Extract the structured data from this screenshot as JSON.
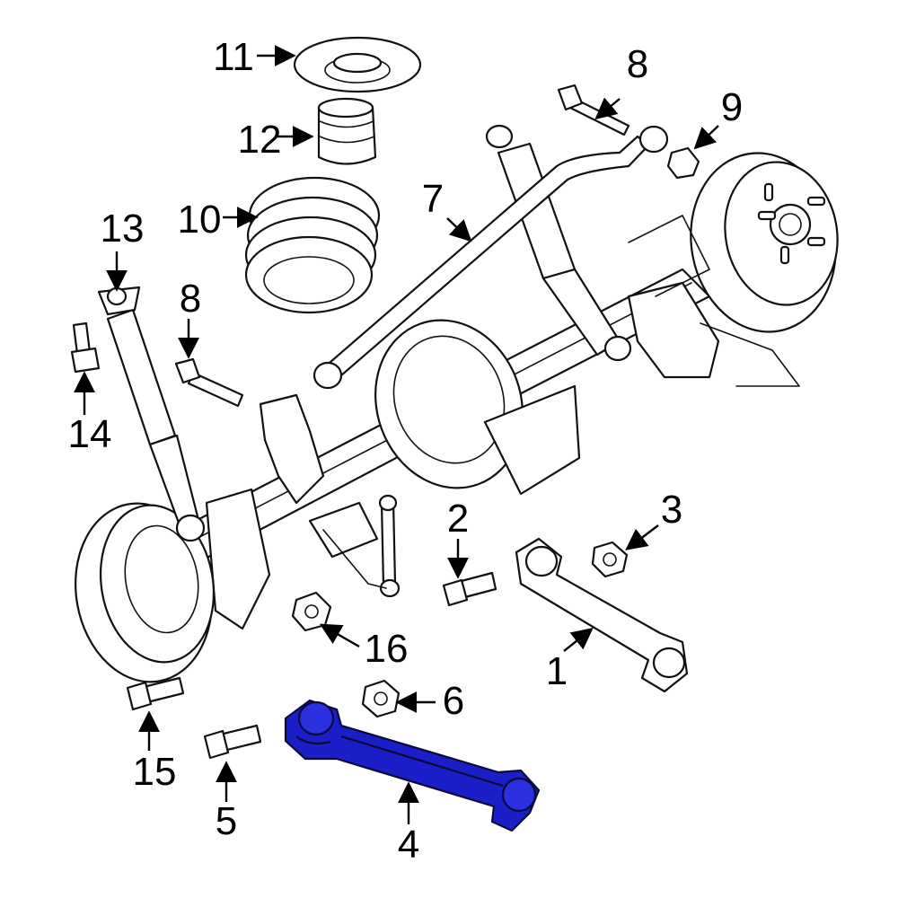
{
  "highlight_color": "#1a1fc8",
  "highlighted_part": "4",
  "callouts": [
    {
      "id": "c1",
      "text": "1"
    },
    {
      "id": "c2",
      "text": "2"
    },
    {
      "id": "c3",
      "text": "3"
    },
    {
      "id": "c4",
      "text": "4"
    },
    {
      "id": "c5",
      "text": "5"
    },
    {
      "id": "c6",
      "text": "6"
    },
    {
      "id": "c7",
      "text": "7"
    },
    {
      "id": "c8a",
      "text": "8"
    },
    {
      "id": "c8b",
      "text": "8"
    },
    {
      "id": "c9",
      "text": "9"
    },
    {
      "id": "c10",
      "text": "10"
    },
    {
      "id": "c11",
      "text": "11"
    },
    {
      "id": "c12",
      "text": "12"
    },
    {
      "id": "c13",
      "text": "13"
    },
    {
      "id": "c14",
      "text": "14"
    },
    {
      "id": "c15",
      "text": "15"
    },
    {
      "id": "c16",
      "text": "16"
    }
  ]
}
